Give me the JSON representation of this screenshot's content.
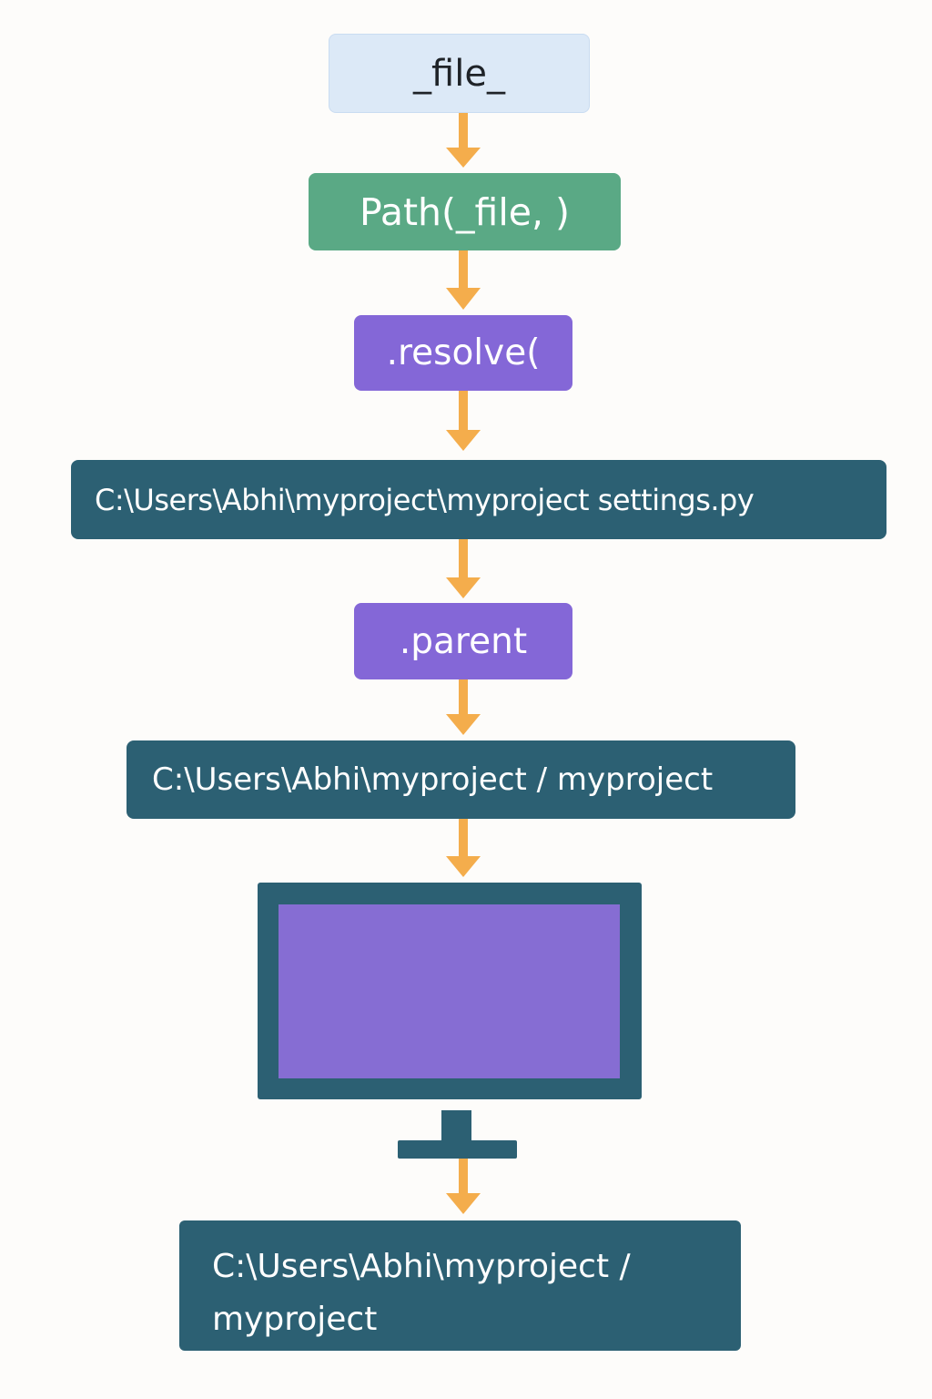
{
  "nodes": {
    "file": "_file_",
    "path": "Path(_file, )",
    "resolve": ".resolve(",
    "full_path": "C:\\Users\\Abhi\\myproject\\myproject settings.py",
    "parent": ".parent",
    "parent_dir": "C:\\Users\\Abhi\\myproject / myproject",
    "final_line1": "C:\\Users\\Abhi\\myproject /",
    "final_line2": "myproject"
  },
  "colors": {
    "background": "#fdfcfa",
    "file_box": "#dce9f7",
    "path_box": "#5aa985",
    "method_box": "#8467d7",
    "path_value_box": "#2c6073",
    "arrow": "#f4ad4c",
    "monitor_screen": "#866dd3"
  },
  "icons": {
    "monitor": "computer-monitor-icon"
  }
}
